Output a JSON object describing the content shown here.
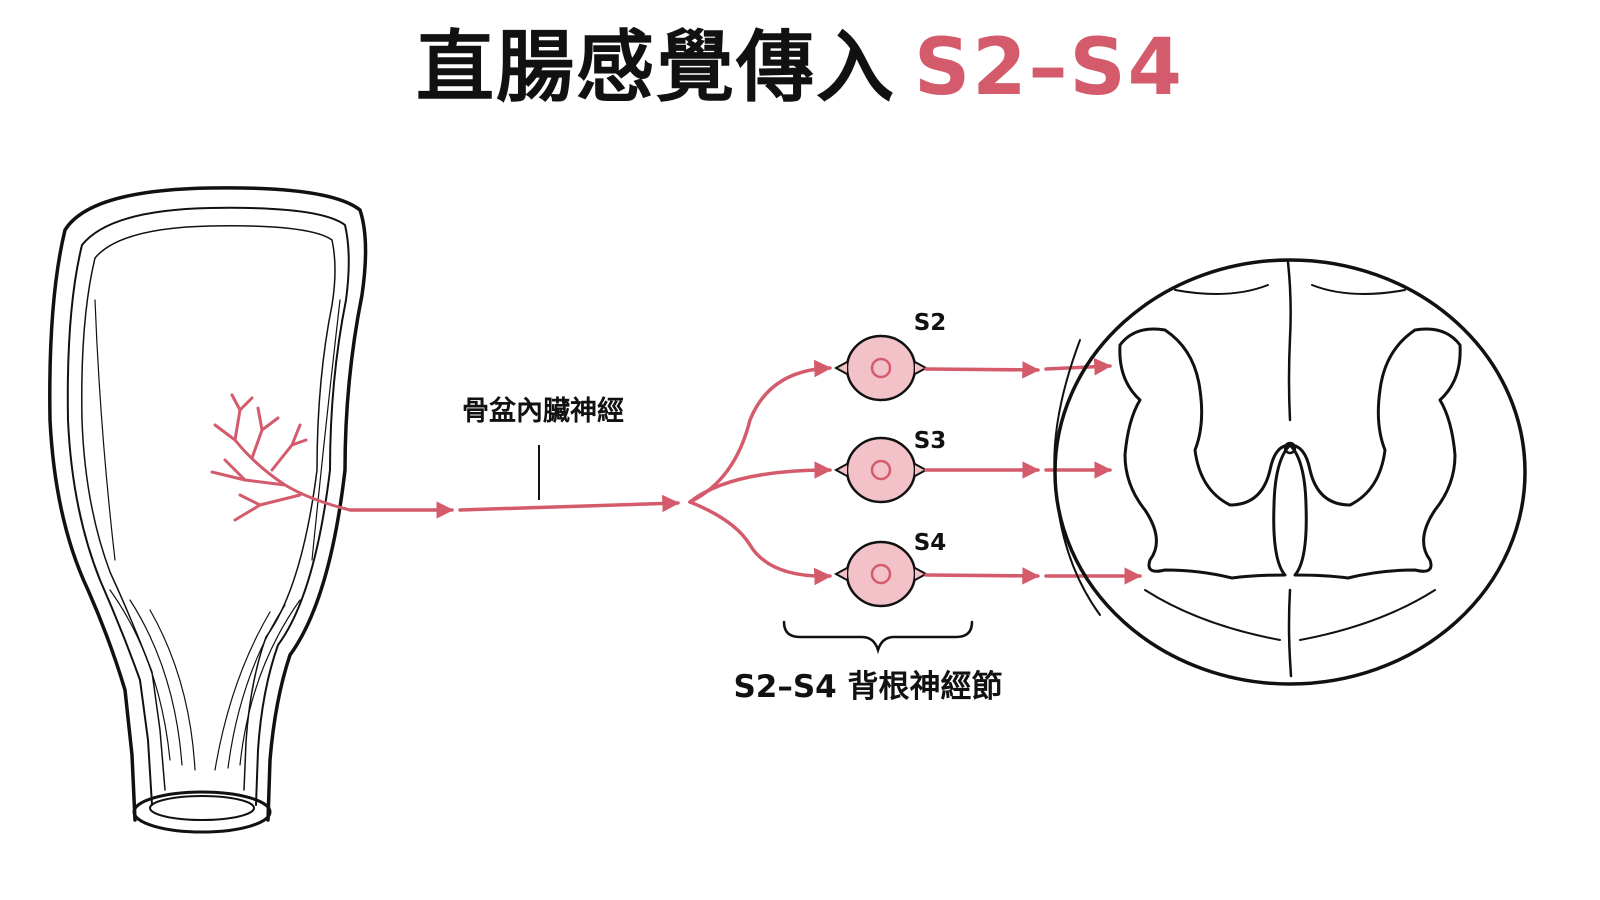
{
  "title": {
    "main": "直腸感覺傳入",
    "accent": "S2–S4"
  },
  "labels": {
    "nerve": "骨盆內臟神經",
    "ganglion_s2": "S2",
    "ganglion_s3": "S3",
    "ganglion_s4": "S4",
    "ganglia_group": "S2–S4 背根神經節"
  },
  "colors": {
    "accent": "#d45b6b",
    "nerve": "#d45b6b",
    "ganglion_fill": "#f3c2c9",
    "outline": "#111111"
  }
}
